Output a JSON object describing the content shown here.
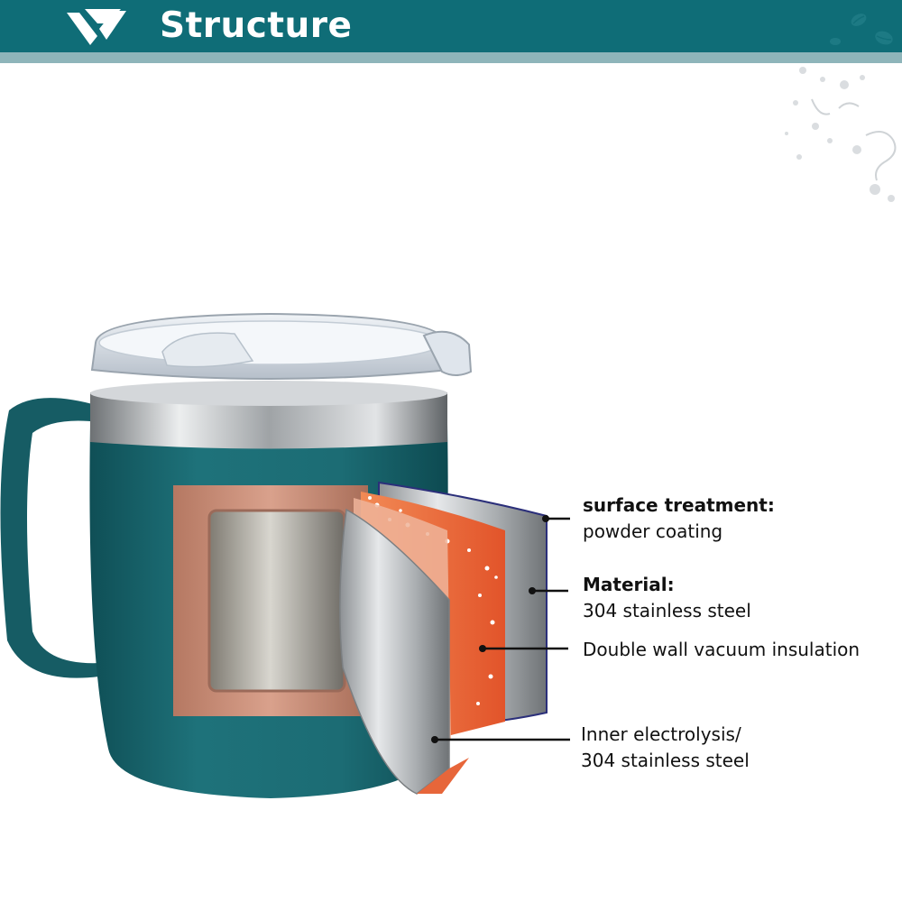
{
  "header": {
    "title": "Structure",
    "bar_color": "#0f6d77",
    "stripe_color": "#8eb5ba"
  },
  "callouts": [
    {
      "heading": "surface treatment:",
      "text": "powder coating"
    },
    {
      "heading": "Material:",
      "text": "304 stainless steel"
    },
    {
      "heading": "",
      "text": "Double wall vacuum insulation"
    },
    {
      "line1": "Inner electrolysis/",
      "line2": "304 stainless steel"
    }
  ],
  "colors": {
    "mug_body": "#1c6c74",
    "steel": "#b9bcbf",
    "copper_layer": "#c9876e",
    "insulation": "#f06a34",
    "leader_line": "#111111"
  },
  "icons": {
    "logo": "double-chevron-logo-icon",
    "beans": "coffee-beans-icon",
    "splash": "water-splash-icon"
  }
}
